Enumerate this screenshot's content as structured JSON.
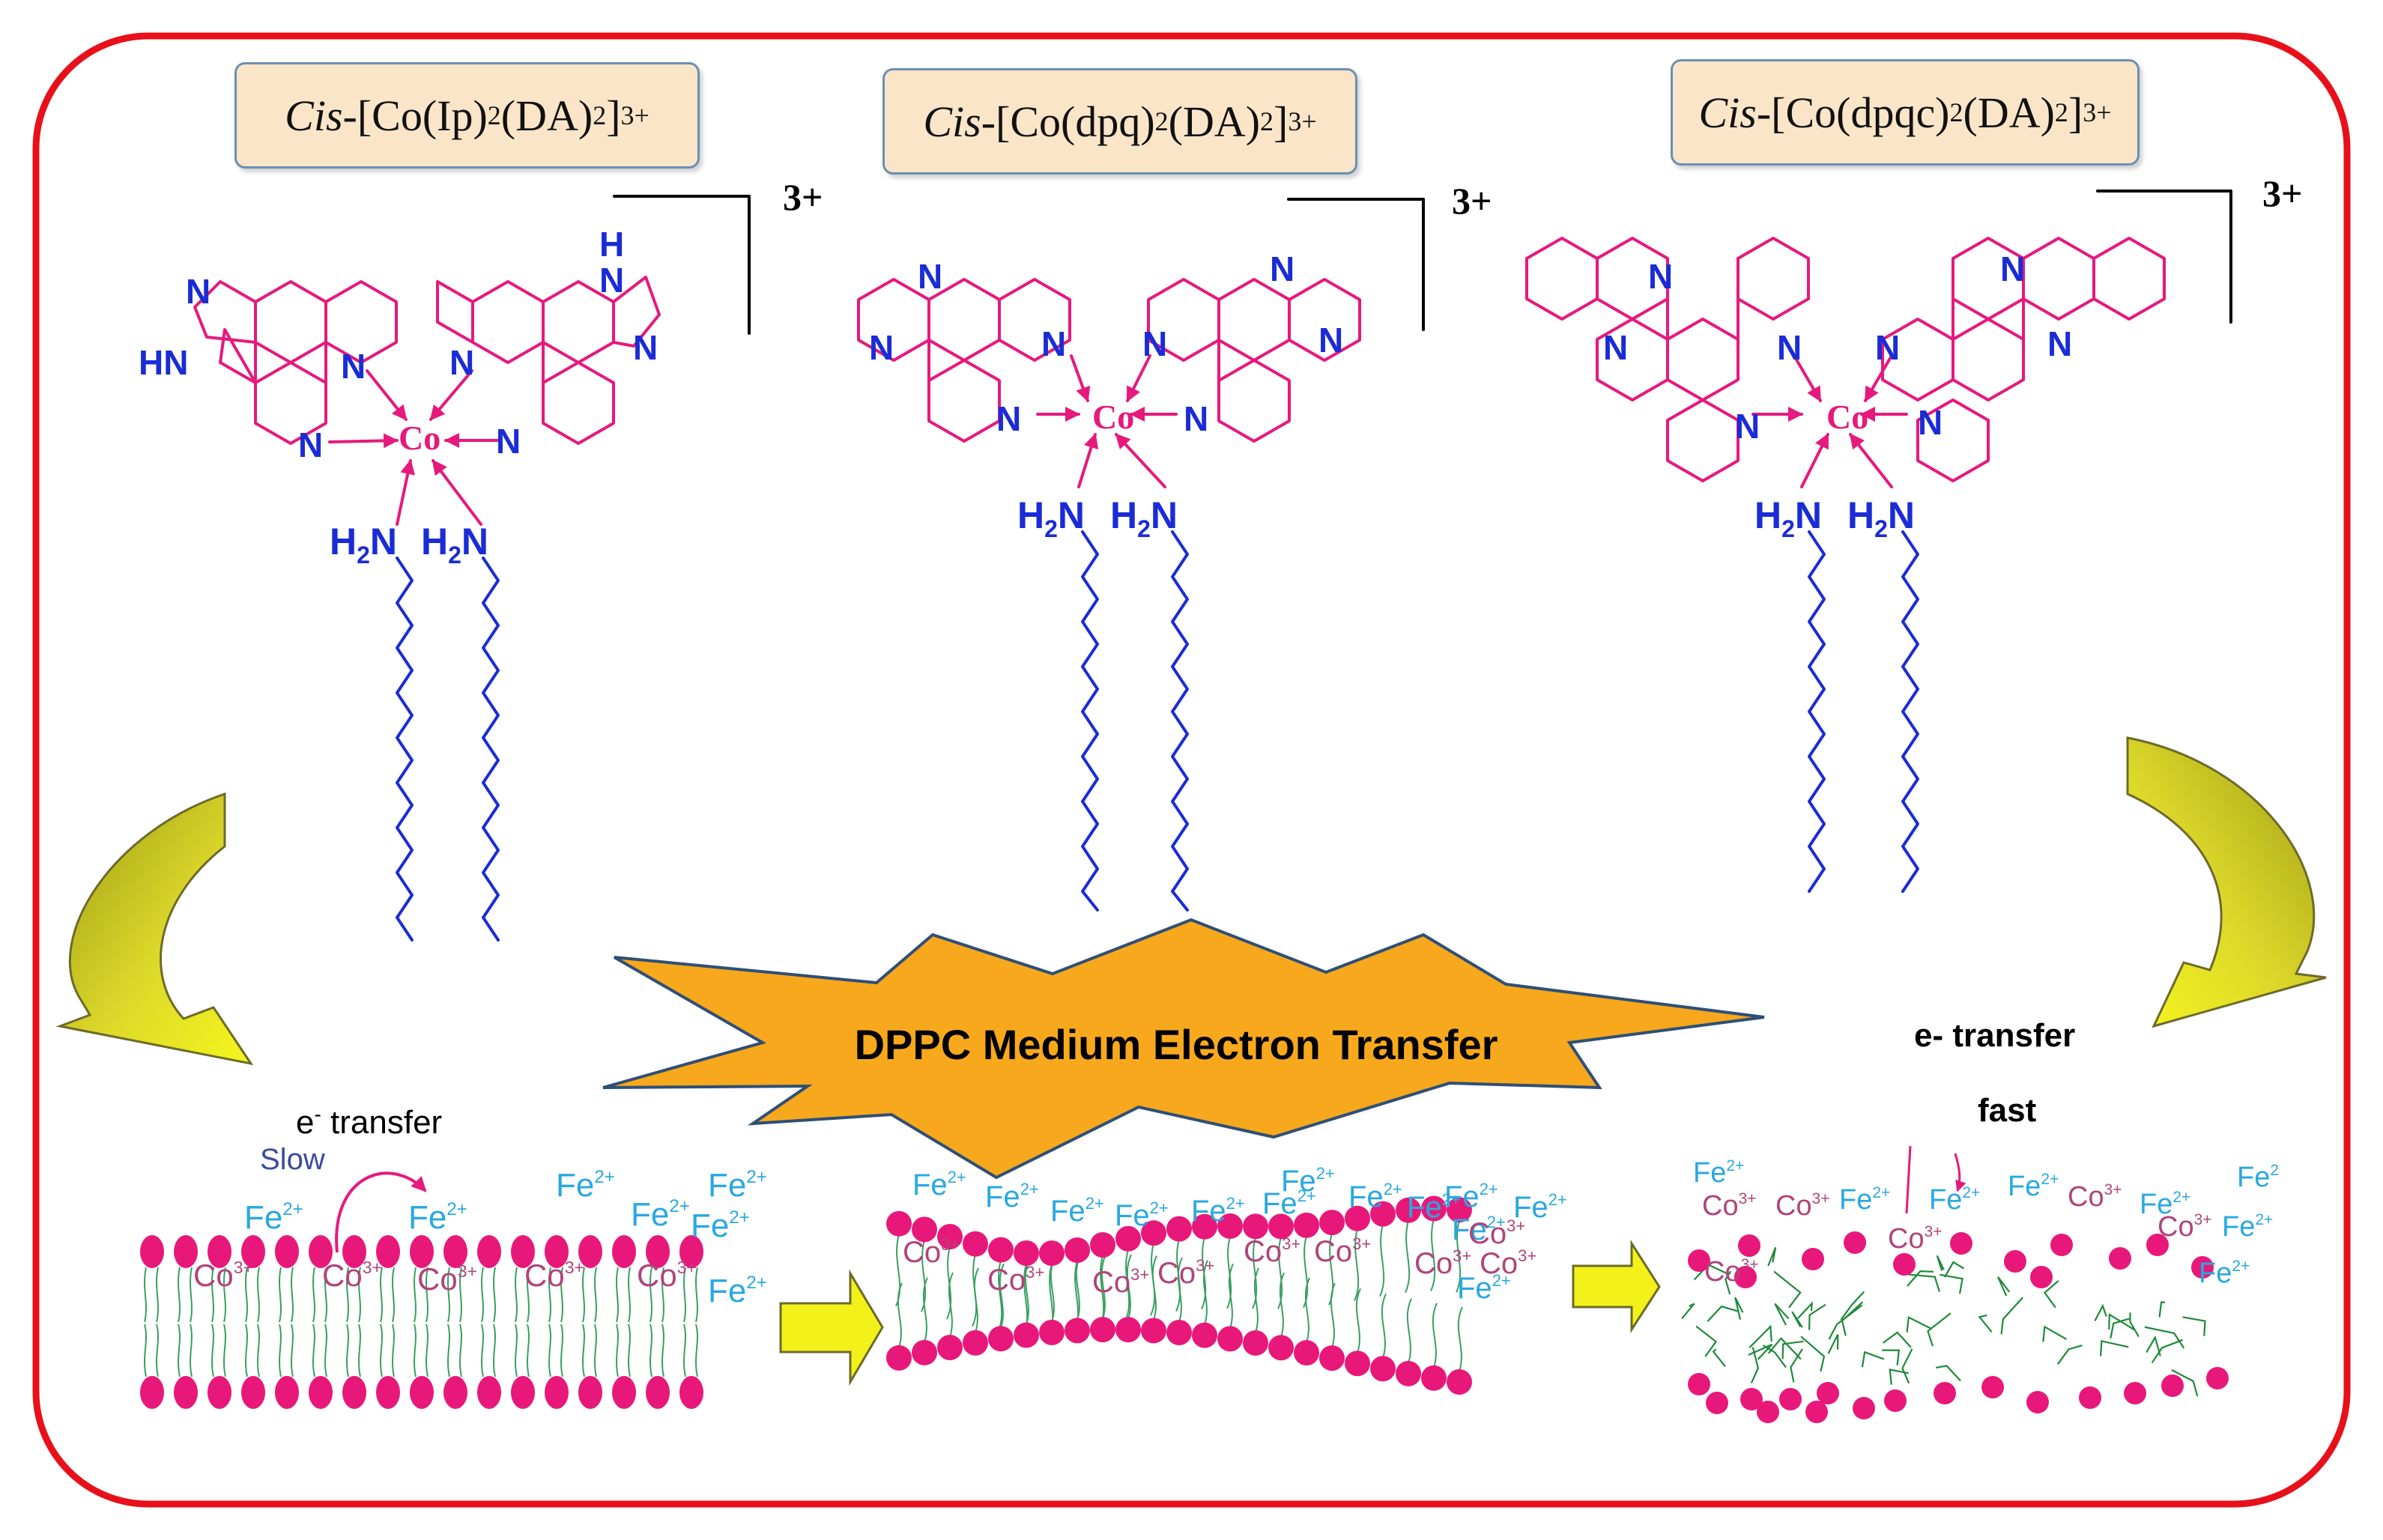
{
  "complexes": [
    {
      "prefix": "Cis",
      "formula": "-[Co(Ip)",
      "sub1": "2",
      "mid": "(DA)",
      "sub2": "2",
      "close": "]",
      "sup": "3+",
      "charge": "3+"
    },
    {
      "prefix": "Cis",
      "formula": "-[Co(dpq)",
      "sub1": "2",
      "mid": "(DA)",
      "sub2": "2",
      "close": "]",
      "sup": " 3+",
      "charge": "3+"
    },
    {
      "prefix": "Cis",
      "formula": "-[Co(dpqc)",
      "sub1": "2",
      "mid": "(DA)",
      "sub2": "2",
      "close": "]",
      "sup": " 3+",
      "charge": "3+"
    }
  ],
  "atoms": {
    "cobalt": "Co",
    "nitrogen": "N",
    "nh": "N",
    "hn": "HN",
    "h": "H",
    "amine": "H",
    "amine_sub": "2",
    "amine_n": "N"
  },
  "center_label": "DPPC Medium Electron Transfer",
  "left_panel": {
    "transfer_label": "e",
    "transfer_sup": "-",
    "transfer_word": " transfer",
    "speed": "Slow",
    "fe": [
      "Fe",
      "Fe",
      "Fe",
      "Fe",
      "Fe",
      "Fe",
      "Fe"
    ],
    "fe_charge": "2+",
    "co": [
      "Co",
      "Co",
      "Co",
      "Co",
      "Co"
    ],
    "co_charge": "3+"
  },
  "middle_panel": {
    "fe": [
      "Fe",
      "Fe",
      "Fe",
      "Fe",
      "Fe",
      "Fe",
      "Fe",
      "Fe",
      "Fe",
      "Fe",
      "Fe",
      "Fe",
      "Fe"
    ],
    "fe_charge": "2+",
    "co": [
      "Co",
      "Co",
      "Co",
      "Co",
      "Co",
      "Co",
      "Co",
      "Co",
      "Co"
    ],
    "co_charge": "3+"
  },
  "right_panel": {
    "transfer_label": "e- transfer",
    "speed": "fast",
    "fe": [
      "Fe",
      "Fe",
      "Fe",
      "Fe",
      "Fe",
      "Fe",
      "Fe",
      "Fe"
    ],
    "fe_charges": [
      "2+",
      "2+",
      "2+",
      "2+",
      "2+",
      "2",
      "2+",
      "2+"
    ],
    "co": [
      "Co",
      "Co",
      "Co",
      "Co",
      "Co",
      "Co"
    ],
    "co_charge": "3+"
  },
  "colors": {
    "frame": "#e8101a",
    "ligand": "#e6197d",
    "amine": "#1a2cd6",
    "ion_fe": "#29a8e0",
    "ion_co": "#b0457a",
    "burst": "#f7a81c",
    "arrow_fill": "#f2f21a",
    "arrow_curve": "#c9c52a",
    "lipid_head": "#e8187a",
    "lipid_tail": "#3aa060"
  }
}
